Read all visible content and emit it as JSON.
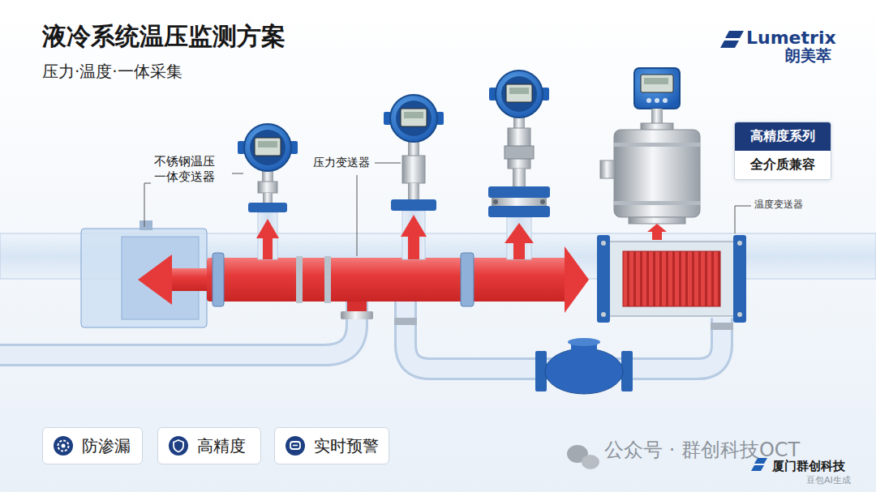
{
  "diagram": {
    "title": "液冷系统温压监测方案",
    "nodes": [
      {
        "text": [
          "高精度系列",
          "全介质兼容"
        ]
      },
      {
        "text": [
          "防渗漏"
        ]
      },
      {
        "text": [
          "高精度"
        ]
      },
      {
        "text": [
          "实时预警"
        ]
      }
    ],
    "labels": [
      "压力·温度·一体采集",
      "Lumetrix",
      "朗美萃",
      "不锈钢温压 一体变送器",
      "压力变送器",
      "温度变送器",
      "公众号 · 群创科技OCT",
      "厦门群创科技",
      "豆包AI生成"
    ]
  }
}
